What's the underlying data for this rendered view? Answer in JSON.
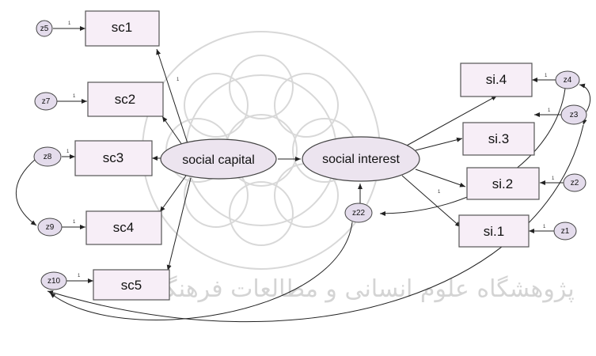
{
  "diagram": {
    "observed": {
      "sc1": "sc1",
      "sc2": "sc2",
      "sc3": "sc3",
      "sc4": "sc4",
      "sc5": "sc5",
      "si4": "si.4",
      "si3": "si.3",
      "si2": "si.2",
      "si1": "si.1"
    },
    "latent": {
      "social_capital": "social capital",
      "social_interest": "social interest"
    },
    "errors": {
      "z5": "z5",
      "z7": "z7",
      "z8": "z8",
      "z9": "z9",
      "z10": "z10",
      "z22": "z22",
      "z4": "z4",
      "z3": "z3",
      "z2": "z2",
      "z1": "z1"
    },
    "tick_mark": "1",
    "watermark_text": "پژوهشگاه علوم انسانی و مطالعات فرهنگی"
  },
  "colors": {
    "box_fill": "#f7eef7",
    "latent_fill": "#ece4ef",
    "error_fill": "#e4dcec",
    "line": "#222222",
    "watermark": "#d8d8d8"
  }
}
